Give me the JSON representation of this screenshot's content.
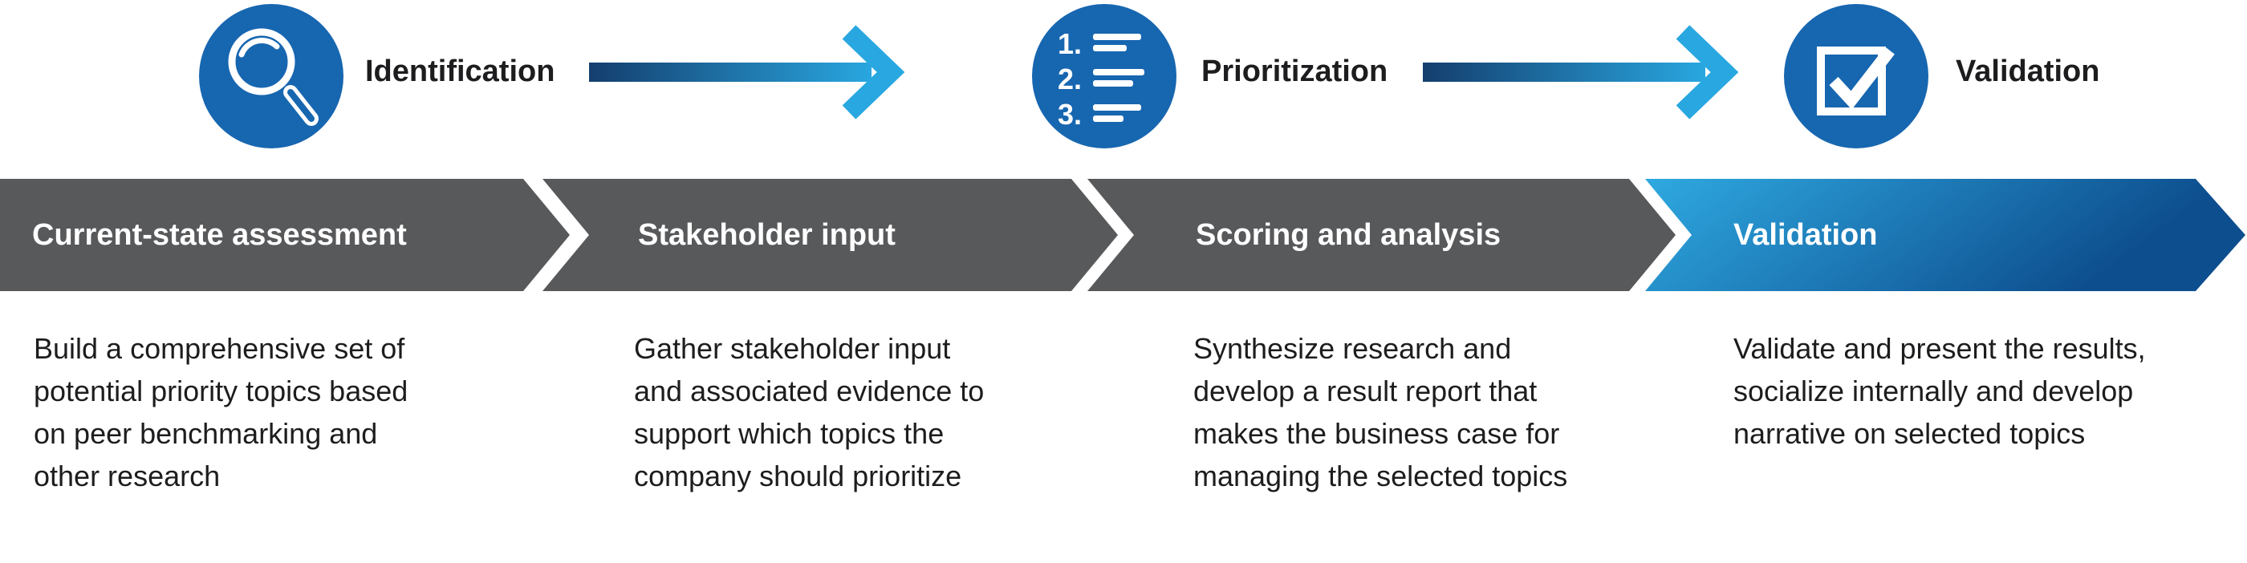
{
  "phases": [
    {
      "label": "Identification",
      "icon": "magnifier-icon"
    },
    {
      "label": "Prioritization",
      "icon": "numbered-list-icon"
    },
    {
      "label": "Validation",
      "icon": "checkbox-check-icon"
    }
  ],
  "prioritization_icon_numbers": [
    "1.",
    "2.",
    "3."
  ],
  "stages": [
    {
      "title": "Current-state assessment",
      "description": "Build a comprehensive set of\npotential priority topics based\non peer benchmarking and\nother research"
    },
    {
      "title": "Stakeholder input",
      "description": "Gather stakeholder input\nand associated evidence to\nsupport which topics the\ncompany should prioritize"
    },
    {
      "title": "Scoring and analysis",
      "description": "Synthesize research and\ndevelop a result report that\nmakes the business case for\nmanaging the selected topics"
    },
    {
      "title": "Validation",
      "description": "Validate and present the results,\nsocialize internally and develop\nnarrative on selected topics"
    }
  ],
  "colors": {
    "icon_blue": "#1766b0",
    "arrow_dark": "#143e6e",
    "arrow_light": "#29a7e0",
    "bar_gray": "#58595b",
    "validation_start": "#2fa9e1",
    "validation_end": "#0d4e8e",
    "text_dark": "#1d1d1f",
    "white": "#ffffff"
  }
}
